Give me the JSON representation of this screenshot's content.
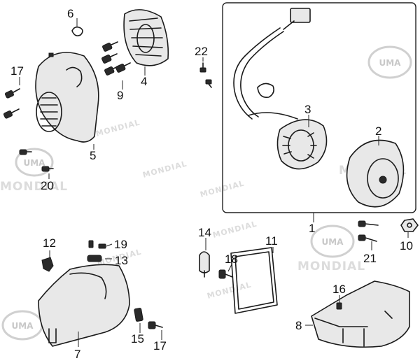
{
  "diagram": {
    "callouts": {
      "c1": "1",
      "c2": "2",
      "c3": "3",
      "c4": "4",
      "c5": "5",
      "c6": "6",
      "c7": "7",
      "c8": "8",
      "c9": "9",
      "c10": "10",
      "c11": "11",
      "c12": "12",
      "c13": "13",
      "c14": "14",
      "c15": "15",
      "c16": "16",
      "c17a": "17",
      "c17b": "17",
      "c18": "18",
      "c19": "19",
      "c20": "20",
      "c21": "21",
      "c22": "22"
    },
    "watermarks": {
      "mondial": "MONDIAL",
      "uma": "UMA"
    }
  }
}
